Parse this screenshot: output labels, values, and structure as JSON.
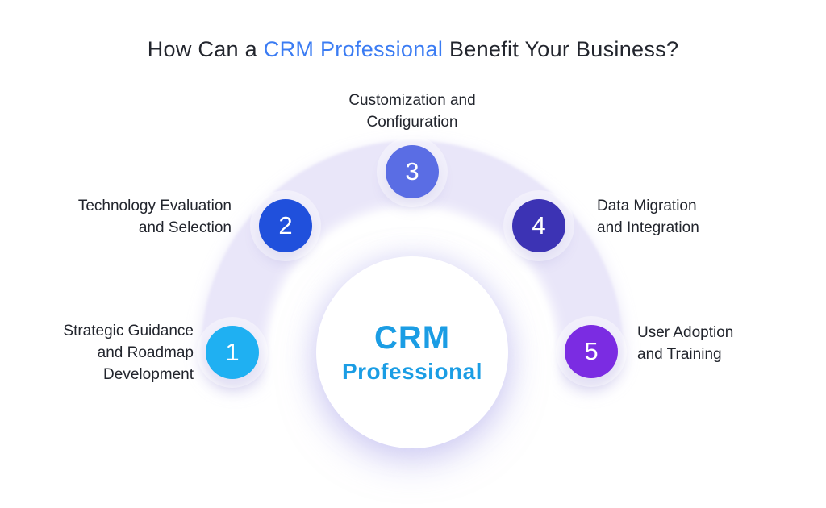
{
  "title": {
    "prefix": "How Can a ",
    "highlight": "CRM Professional",
    "suffix": " Benefit Your Business?",
    "text_color": "#22252d",
    "highlight_color": "#3b7cf3"
  },
  "center": {
    "title": "CRM",
    "subtitle": "Professional",
    "text_color": "#1b9de4"
  },
  "arc": {
    "band_color": "#e9e6f9"
  },
  "nodes": [
    {
      "number": "1",
      "color": "#1fb0f2",
      "label": "Strategic Guidance and Roadmap Development",
      "lines": [
        "Strategic Guidance",
        "and Roadmap",
        "Development"
      ]
    },
    {
      "number": "2",
      "color": "#2050dc",
      "label": "Technology Evaluation and Selection",
      "lines": [
        "Technology Evaluation",
        "and Selection"
      ]
    },
    {
      "number": "3",
      "color": "#5a6de4",
      "label": "Customization and Configuration",
      "lines": [
        "Customization and",
        "Configuration"
      ]
    },
    {
      "number": "4",
      "color": "#3c33b4",
      "label": "Data Migration and Integration",
      "lines": [
        "Data Migration",
        "and Integration"
      ]
    },
    {
      "number": "5",
      "color": "#7b2ce2",
      "label": "User Adoption and Training",
      "lines": [
        "User Adoption",
        "and Training"
      ]
    }
  ]
}
